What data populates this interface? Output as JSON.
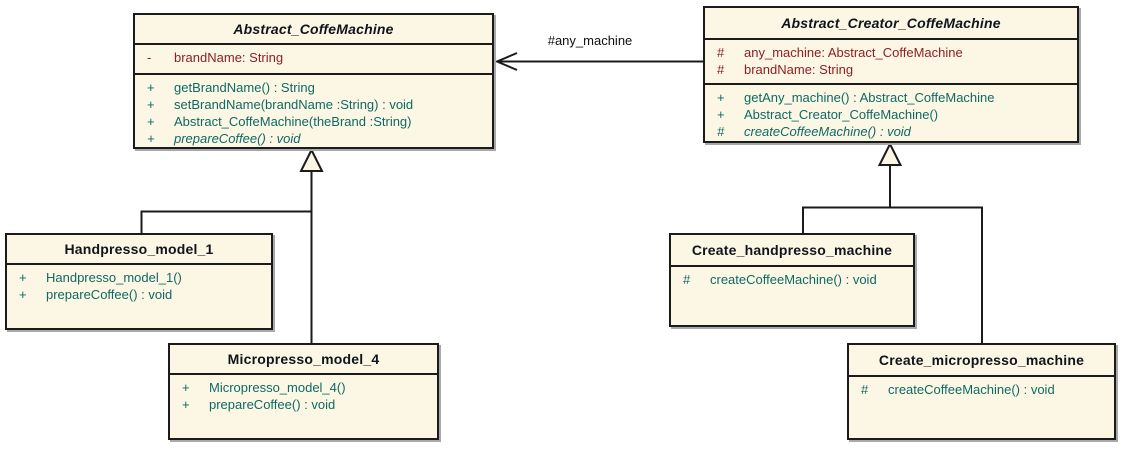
{
  "diagram": {
    "type": "uml-class-diagram",
    "association_label": "#any_machine"
  },
  "colors": {
    "class_fill": "#FCF6E4",
    "class_border": "#1b1b1b",
    "title_text": "#10141c",
    "attribute_text": "#8e2026",
    "operation_text": "#0e6a66",
    "shadow": "#a9a9a9",
    "background": "#ffffff"
  },
  "classes": [
    {
      "name": "Abstract_CoffeMachine",
      "abstract": true,
      "attributes": [
        {
          "visibility": "-",
          "text": "brandName: String"
        }
      ],
      "operations": [
        {
          "visibility": "+",
          "text": "getBrandName() : String"
        },
        {
          "visibility": "+",
          "text": "setBrandName(brandName :String) : void"
        },
        {
          "visibility": "+",
          "text": "Abstract_CoffeMachine(theBrand :String)"
        },
        {
          "visibility": "+",
          "text": "prepareCoffee() : void"
        }
      ]
    },
    {
      "name": "Abstract_Creator_CoffeMachine",
      "abstract": true,
      "attributes": [
        {
          "visibility": "#",
          "text": "any_machine: Abstract_CoffeMachine"
        },
        {
          "visibility": "#",
          "text": "brandName: String"
        }
      ],
      "operations": [
        {
          "visibility": "+",
          "text": "getAny_machine() : Abstract_CoffeMachine"
        },
        {
          "visibility": "+",
          "text": "Abstract_Creator_CoffeMachine()"
        },
        {
          "visibility": "#",
          "text": "createCoffeeMachine() : void"
        }
      ]
    },
    {
      "name": "Handpresso_model_1",
      "abstract": false,
      "attributes": [],
      "operations": [
        {
          "visibility": "+",
          "text": "Handpresso_model_1()"
        },
        {
          "visibility": "+",
          "text": "prepareCoffee() : void"
        }
      ]
    },
    {
      "name": "Micropresso_model_4",
      "abstract": false,
      "attributes": [],
      "operations": [
        {
          "visibility": "+",
          "text": "Micropresso_model_4()"
        },
        {
          "visibility": "+",
          "text": "prepareCoffee() : void"
        }
      ]
    },
    {
      "name": "Create_handpresso_machine",
      "abstract": false,
      "attributes": [],
      "operations": [
        {
          "visibility": "#",
          "text": "createCoffeeMachine() : void"
        }
      ]
    },
    {
      "name": "Create_micropresso_machine",
      "abstract": false,
      "attributes": [],
      "operations": [
        {
          "visibility": "#",
          "text": "createCoffeeMachine() : void"
        }
      ]
    }
  ],
  "relationships": [
    {
      "type": "association",
      "from": "Abstract_Creator_CoffeMachine",
      "to": "Abstract_CoffeMachine",
      "label": "#any_machine"
    },
    {
      "type": "generalization",
      "from": "Handpresso_model_1",
      "to": "Abstract_CoffeMachine"
    },
    {
      "type": "generalization",
      "from": "Micropresso_model_4",
      "to": "Abstract_CoffeMachine"
    },
    {
      "type": "generalization",
      "from": "Create_handpresso_machine",
      "to": "Abstract_Creator_CoffeMachine"
    },
    {
      "type": "generalization",
      "from": "Create_micropresso_machine",
      "to": "Abstract_Creator_CoffeMachine"
    }
  ]
}
